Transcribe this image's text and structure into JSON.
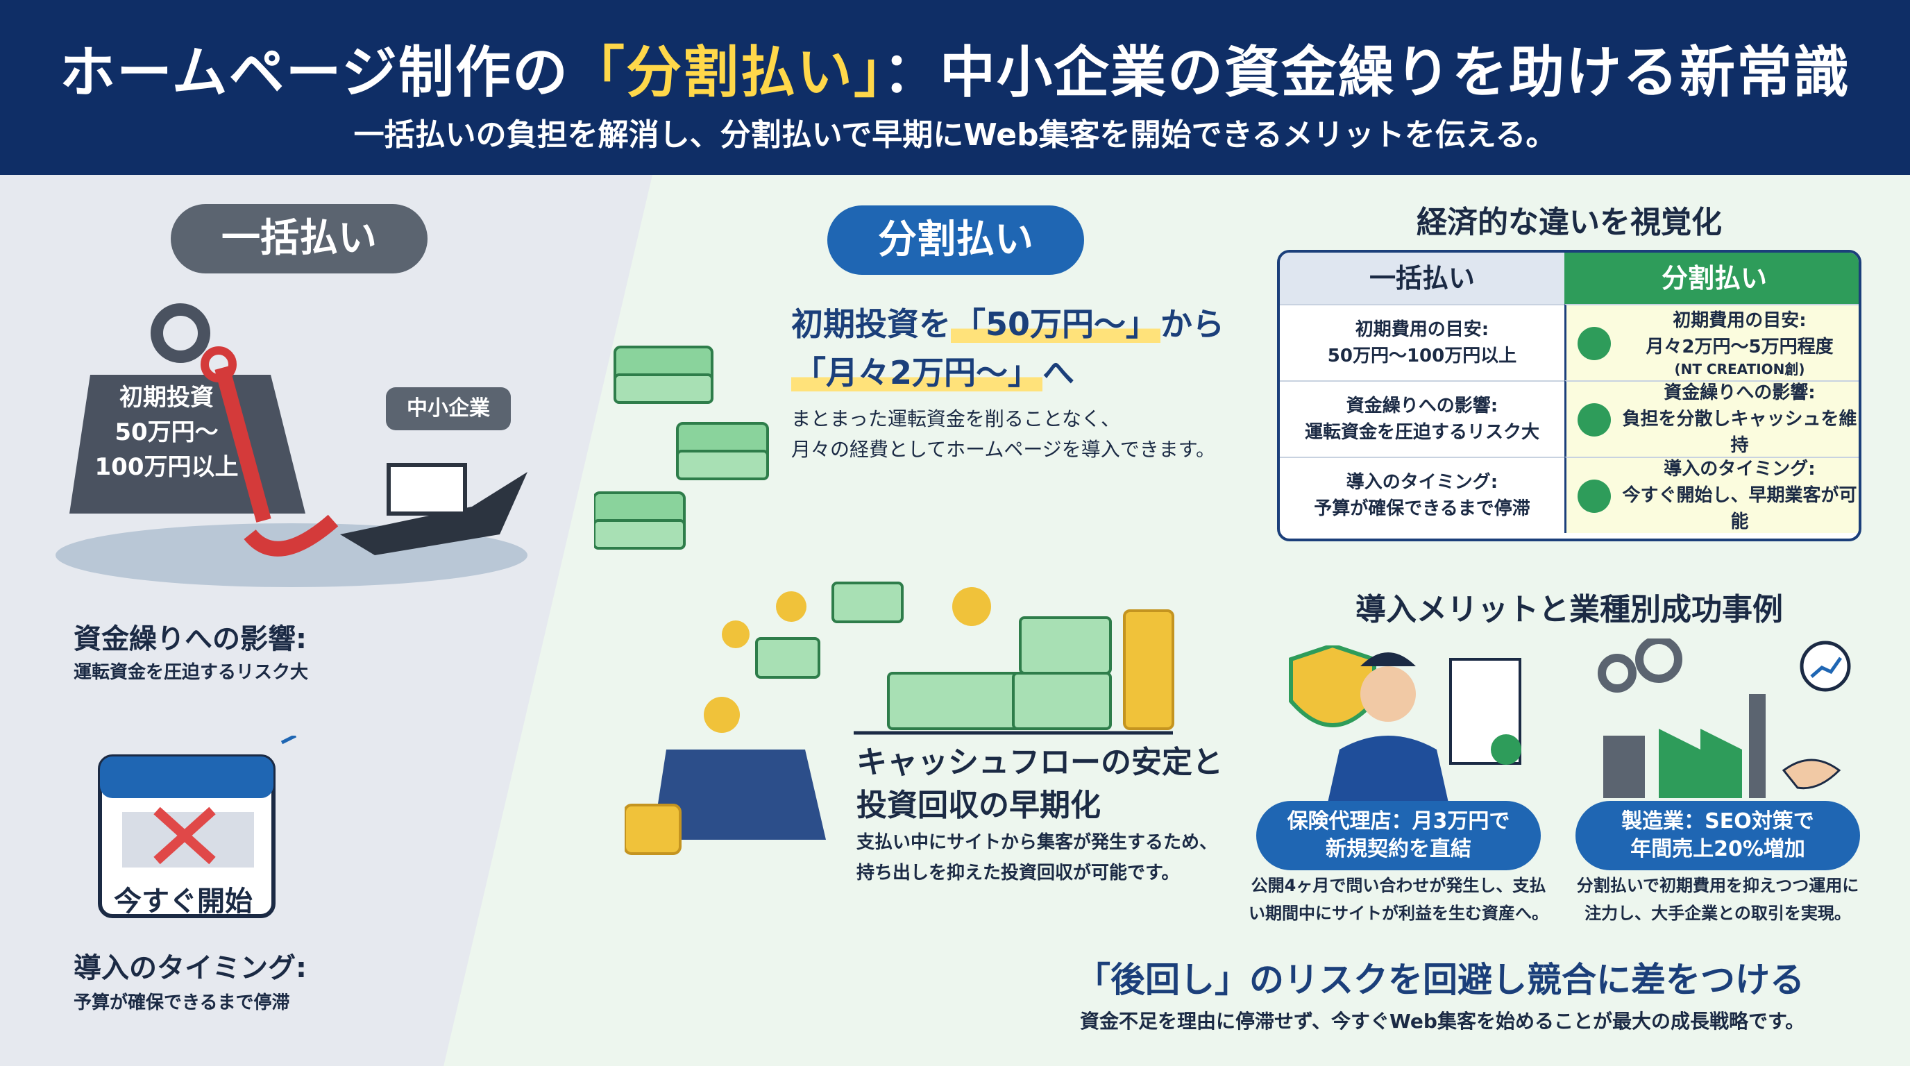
{
  "header": {
    "title_before": "ホームページ制作の",
    "title_highlight": "「分割払い」",
    "title_after": "：中小企業の資金繰りを助ける新常識",
    "subtitle": "一括払いの負担を解消し、分割払いで早期にWeb集客を開始できるメリットを伝える。"
  },
  "left": {
    "pill": "一括払い",
    "weight_lines": [
      "初期投資",
      "50万円〜",
      "100万円以上"
    ],
    "sme_label": "中小企業",
    "impact_title": "資金繰りへの影響:",
    "impact_text": "運転資金を圧迫するリスク大",
    "calendar_text": "今すぐ開始",
    "timing_title": "導入のタイミング:",
    "timing_text": "予算が確保できるまで停滞"
  },
  "middle": {
    "pill": "分割払い",
    "headline_1a": "初期投資を",
    "headline_1b": "「50万円〜」",
    "headline_1c": "から",
    "headline_2a": "「月々2万円〜」",
    "headline_2b": "へ",
    "text_1": "まとまった運転資金を削ることなく、",
    "text_2": "月々の経費としてホームページを導入できます。",
    "cash_title_1": "キャッシュフローの安定と",
    "cash_title_2": "投資回収の早期化",
    "cash_text_1": "支払い中にサイトから集客が発生するため、",
    "cash_text_2": "持ち出しを抑えた投資回収が可能です。"
  },
  "comparison": {
    "title": "経済的な違いを視覚化",
    "col_a": "一括払い",
    "col_b": "分割払い",
    "rows": [
      {
        "a1": "初期費用の目安:",
        "a2": "50万円〜100万円以上",
        "b1": "初期費用の目安:",
        "b2": "月々2万円〜5万円程度",
        "b3": "(NT CREATION創)"
      },
      {
        "a1": "資金繰りへの影響:",
        "a2": "運転資金を圧迫するリスク大",
        "b1": "資金繰りへの影響:",
        "b2": "負担を分散しキャッシュを維持",
        "b3": ""
      },
      {
        "a1": "導入のタイミング:",
        "a2": "予算が確保できるまで停滞",
        "b1": "導入のタイミング:",
        "b2": "今すぐ開始し、早期業客が可能",
        "b3": ""
      }
    ]
  },
  "cases": {
    "title": "導入メリットと業種別成功事例",
    "case1_badge_1": "保険代理店：月3万円で",
    "case1_badge_2": "新規契約を直結",
    "case1_desc_1": "公開4ヶ月で問い合わせが発生し、支払",
    "case1_desc_2": "い期間中にサイトが利益を生む資産へ。",
    "case2_badge_1": "製造業：SEO対策で",
    "case2_badge_2": "年間売上20%増加",
    "case2_desc_1": "分割払いで初期費用を抑えつつ運用に",
    "case2_desc_2": "注力し、大手企業との取引を実現。"
  },
  "footer": {
    "headline": "「後回し」のリスクを回避し競合に差をつける",
    "text": "資金不足を理由に停滞せず、今すぐWeb集客を始めることが最大の成長戦略です。"
  },
  "colors": {
    "navy": "#0f2e66",
    "blue": "#1f66b3",
    "green": "#2e9c5a",
    "yellow": "#ffd84a",
    "gray": "#5b6470"
  }
}
